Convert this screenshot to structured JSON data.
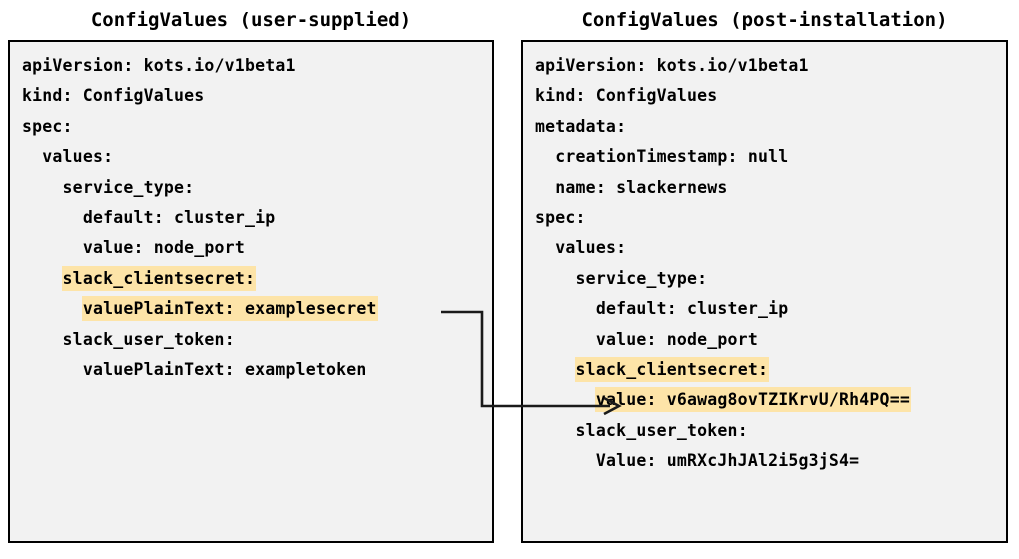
{
  "diagram": {
    "left_panel": {
      "title": "ConfigValues (user-supplied)",
      "lines": [
        {
          "text": "apiVersion: kots.io/v1beta1",
          "highlighted": false
        },
        {
          "text": "kind: ConfigValues",
          "highlighted": false
        },
        {
          "text": "spec:",
          "highlighted": false
        },
        {
          "text": "  values:",
          "highlighted": false
        },
        {
          "text": "    service_type:",
          "highlighted": false
        },
        {
          "text": "      default: cluster_ip",
          "highlighted": false
        },
        {
          "text": "      value: node_port",
          "highlighted": false
        },
        {
          "text": "    slack_clientsecret:",
          "highlighted": true
        },
        {
          "text": "      valuePlainText: examplesecret",
          "highlighted": true
        },
        {
          "text": "    slack_user_token:",
          "highlighted": false
        },
        {
          "text": "      valuePlainText: exampletoken",
          "highlighted": false
        }
      ]
    },
    "right_panel": {
      "title": "ConfigValues (post-installation)",
      "lines": [
        {
          "text": "apiVersion: kots.io/v1beta1",
          "highlighted": false
        },
        {
          "text": "kind: ConfigValues",
          "highlighted": false
        },
        {
          "text": "metadata:",
          "highlighted": false
        },
        {
          "text": "  creationTimestamp: null",
          "highlighted": false
        },
        {
          "text": "  name: slackernews",
          "highlighted": false
        },
        {
          "text": "spec:",
          "highlighted": false
        },
        {
          "text": "  values:",
          "highlighted": false
        },
        {
          "text": "    service_type:",
          "highlighted": false
        },
        {
          "text": "      default: cluster_ip",
          "highlighted": false
        },
        {
          "text": "      value: node_port",
          "highlighted": false
        },
        {
          "text": "    slack_clientsecret:",
          "highlighted": true
        },
        {
          "text": "      value: v6awag8ovTZIKrvU/Rh4PQ==",
          "highlighted": true
        },
        {
          "text": "    slack_user_token:",
          "highlighted": false
        },
        {
          "text": "      Value: umRXcJhJAl2i5g3jS4=",
          "highlighted": false
        }
      ]
    },
    "connector": {
      "label": "transformation-arrow",
      "from_line": "valuePlainText: examplesecret",
      "to_line": "value: v6awag8ovTZIKrvU/Rh4PQ==",
      "arrow_style": "open-triangle"
    },
    "colors": {
      "highlight": "#fde4a8",
      "panel_background": "#f2f2f2",
      "panel_border": "#000000",
      "text": "#000000",
      "connector": "#1a1a1a",
      "page_background": "#ffffff"
    }
  }
}
